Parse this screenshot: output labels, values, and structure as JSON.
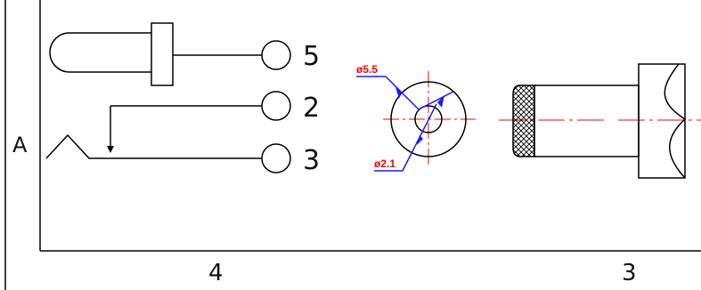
{
  "colors": {
    "line": "#000000",
    "dimension": "#ff0000",
    "leader": "#1a1aff",
    "background": "#ffffff"
  },
  "schematic": {
    "pins": [
      {
        "number": "5"
      },
      {
        "number": "2"
      },
      {
        "number": "3"
      }
    ]
  },
  "front_view": {
    "outer_diameter_label": "ø5.5",
    "inner_diameter_label": "ø2.1"
  },
  "frame": {
    "row_label": "A",
    "column_label_left": "4",
    "column_label_right": "3"
  }
}
